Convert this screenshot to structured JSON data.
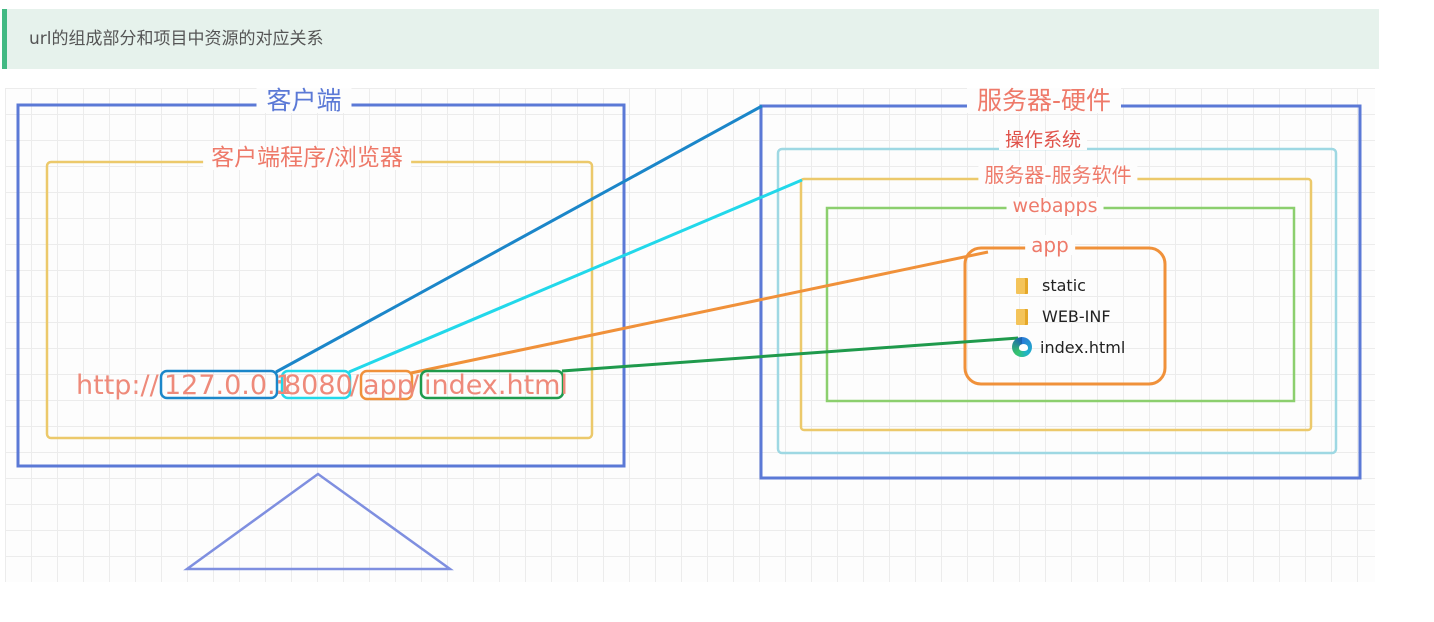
{
  "header": {
    "title": "url的组成部分和项目中资源的对应关系"
  },
  "client": {
    "title": "客户端",
    "program_title": "客户端程序/浏览器",
    "url": {
      "scheme": "http://",
      "host": "127.0.0.1",
      "colon": ":",
      "port": "8080",
      "slash1": "/",
      "app": "app",
      "slash2": "/",
      "resource": "index.html"
    }
  },
  "server": {
    "title": "服务器-硬件",
    "os_title": "操作系统",
    "software_title": "服务器-服务软件",
    "webapps_title": "webapps",
    "app_title": "app",
    "files": [
      {
        "name": "static",
        "icon": "folder-icon"
      },
      {
        "name": "WEB-INF",
        "icon": "folder-icon"
      },
      {
        "name": "index.html",
        "icon": "edge-icon"
      }
    ]
  },
  "colors": {
    "accent_bar": "#42b983",
    "client_box": "#5b79d6",
    "program_box": "#ecc96b",
    "os_box": "#9ed8e3",
    "webapps_box": "#8ccf6e",
    "app_box": "#f0913a",
    "host_link": "#1b86c9",
    "port_link": "#22d8ea",
    "app_link": "#f0913a",
    "resource_link": "#1f9a4c",
    "label_text": "#ee7a6a"
  }
}
